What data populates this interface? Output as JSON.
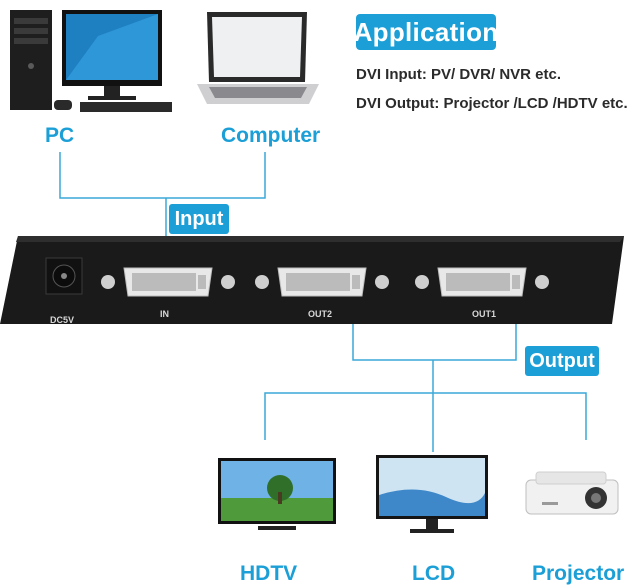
{
  "application": {
    "title": "Application",
    "input_line": "DVI Input: PV/ DVR/ NVR etc.",
    "output_line": "DVI Output: Projector /LCD /HDTV etc."
  },
  "sources": {
    "pc_label": "PC",
    "computer_label": "Computer"
  },
  "tags": {
    "input": "Input",
    "output": "Output"
  },
  "device": {
    "power_label": "DC5V",
    "in_label": "IN",
    "out2_label": "OUT2",
    "out1_label": "OUT1"
  },
  "outputs": {
    "hdtv_label": "HDTV",
    "lcd_label": "LCD",
    "projector_label": "Projector"
  },
  "colors": {
    "accent": "#1b9fd6",
    "wire": "#3aa9d9",
    "device_body": "#1a1a1a"
  }
}
